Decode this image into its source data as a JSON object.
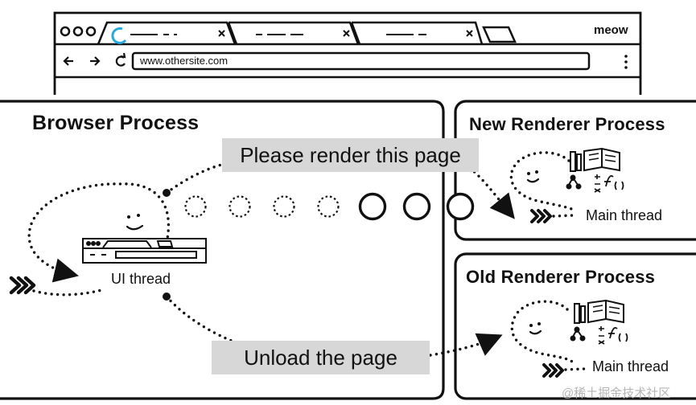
{
  "browser": {
    "url": "www.othersite.com",
    "window_label": "meow"
  },
  "browser_process": {
    "title": "Browser Process",
    "thread_label": "UI thread"
  },
  "new_renderer": {
    "title": "New Renderer Process",
    "thread_label": "Main thread"
  },
  "old_renderer": {
    "title": "Old Renderer Process",
    "thread_label": "Main thread"
  },
  "messages": {
    "render": "Please render this page",
    "unload": "Unload the page"
  },
  "watermark": "@稀土掘金技术社区"
}
